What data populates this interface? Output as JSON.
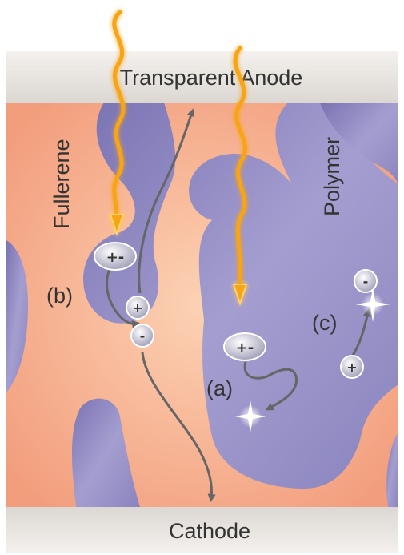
{
  "electrodes": {
    "top_label": "Transparent Anode",
    "bottom_label": "Cathode"
  },
  "materials": {
    "left_label": "Fullerene",
    "right_label": "Polymer"
  },
  "process_labels": {
    "a": "(a)",
    "b": "(b)",
    "c": "(c)"
  },
  "charges": {
    "exciton": "+-",
    "positive": "+",
    "negative": "-"
  },
  "colors": {
    "fullerene": "#f5ac8c",
    "polymer": "#8a84be",
    "electrode": "#eeeae6",
    "photon": "#f7a416",
    "arrow": "#666666"
  }
}
